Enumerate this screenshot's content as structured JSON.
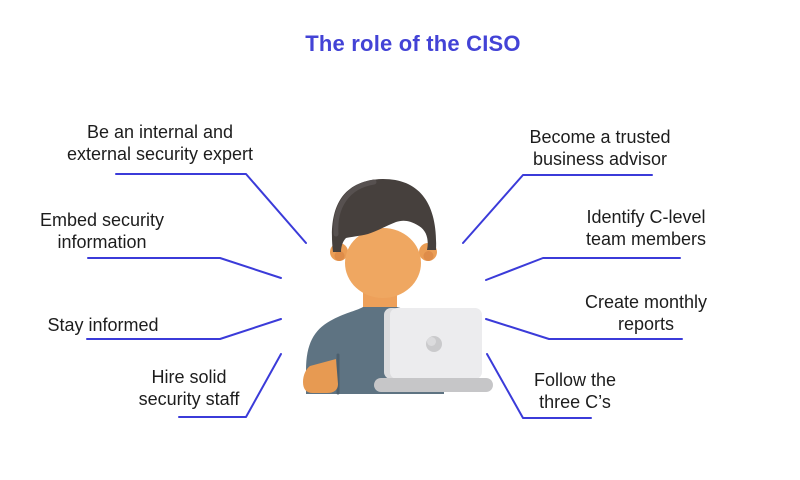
{
  "title": "The role of the CISO",
  "palette": {
    "title_blue": "#4343d6",
    "connector_blue": "#3b3bd9",
    "label_text": "#1d1d1d",
    "hair": "#46403d",
    "hair_highlight": "#575150",
    "skin": "#efa761",
    "skin_shadow": "#de8c49",
    "shirt": "#5e7382",
    "shirt_seam": "#4c5f6d",
    "laptop_screen": "#ececee",
    "laptop_edge": "#dcdcde",
    "laptop_logo": "#cacacc",
    "laptop_base": "#c6c6c8"
  },
  "illustration": {
    "name": "person-at-laptop"
  },
  "roles": {
    "left": [
      {
        "label": "Be an internal and\nexternal security expert"
      },
      {
        "label": "Embed security\ninformation"
      },
      {
        "label": "Stay informed"
      },
      {
        "label": "Hire solid\nsecurity staff"
      }
    ],
    "right": [
      {
        "label": "Become a trusted\nbusiness advisor"
      },
      {
        "label": "Identify C-level\nteam members"
      },
      {
        "label": "Create monthly\nreports"
      },
      {
        "label": "Follow the\nthree C’s"
      }
    ]
  }
}
